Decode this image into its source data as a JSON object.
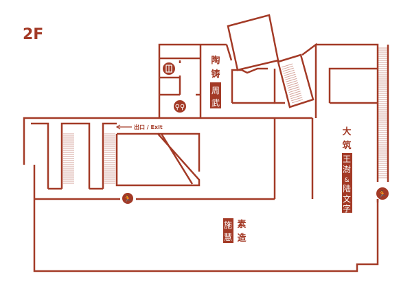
{
  "floor": "2F",
  "exit_label": "出口 / Exit",
  "colors": {
    "accent": "#a33a26"
  },
  "zones": [
    {
      "title": [
        "陶",
        "铸"
      ],
      "artist": [
        "周",
        "武"
      ]
    },
    {
      "title": [
        "大",
        "筑"
      ],
      "artist": [
        "王",
        "澍",
        "&",
        "陆",
        "文",
        "字"
      ]
    },
    {
      "title": [
        "素",
        "造"
      ],
      "artist": [
        "施",
        "慧"
      ]
    }
  ],
  "icons": [
    "elevator-icon",
    "restroom-icon",
    "emergency-exit-icon",
    "emergency-exit-icon"
  ]
}
